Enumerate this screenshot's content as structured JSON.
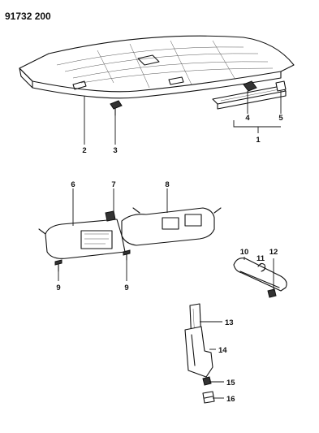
{
  "diagram_id": "91732 200",
  "callouts": [
    "1",
    "2",
    "3",
    "4",
    "5",
    "6",
    "7",
    "8",
    "9",
    "9",
    "10",
    "11",
    "12",
    "13",
    "14",
    "15",
    "16"
  ]
}
